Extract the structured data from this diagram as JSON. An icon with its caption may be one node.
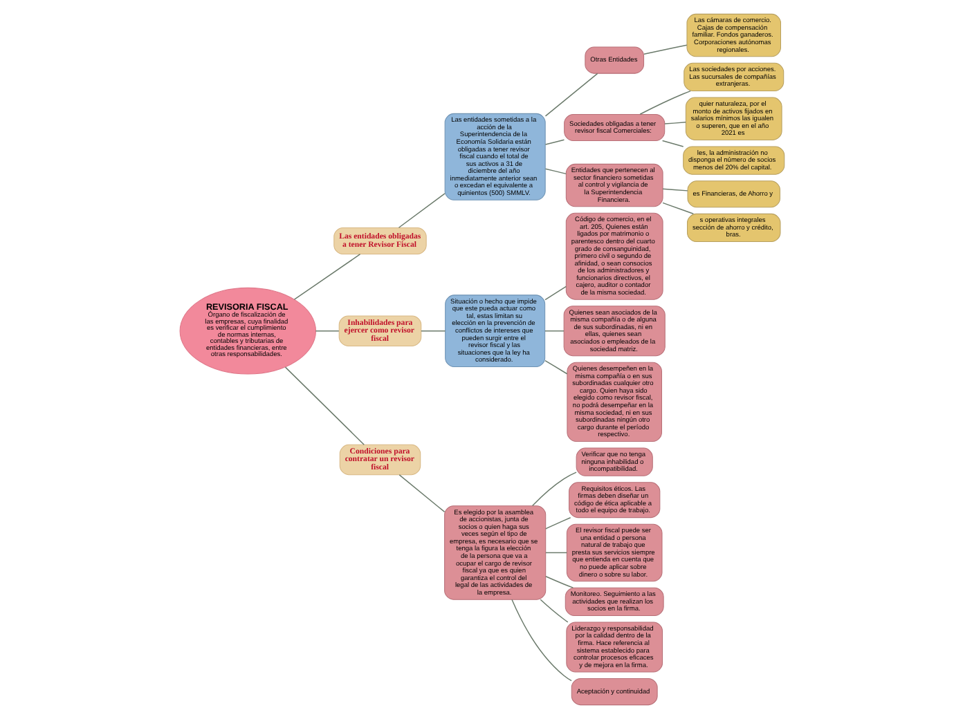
{
  "diagram": {
    "nodes": [
      {
        "text": [
          "REVISORIA FISCAL",
          "Órgano de fiscalización de las empresas, cuya finalidad es verificar el cumplimiento de normas internas, contables y tributarias de entidades financieras, entre otras responsabilidades."
        ]
      },
      {
        "text": [
          "Las entidades obligadas a tener Revisor Fiscal"
        ]
      },
      {
        "text": [
          "Inhabilidades para ejercer como revisor fiscal"
        ]
      },
      {
        "text": [
          "Condiciones para contratar un revisor fiscal"
        ]
      },
      {
        "text": [
          "Las entidades sometidas a la acción de la Superintendencia de la Economía Solidaria están obligadas a tener revisor fiscal cuando el total de sus activos a 31 de diciembre del año inmediatamente anterior sean o excedan el equivalente a quinientos (500) SMMLV."
        ]
      },
      {
        "text": [
          "Otras Entidades"
        ]
      },
      {
        "text": [
          "Las cámaras de comercio. Cajas de compensación familiar. Fondos ganaderos. Corporaciones autónomas regionales."
        ]
      },
      {
        "text": [
          "Sociedades obligadas a tener revisor fiscal Comerciales:"
        ]
      },
      {
        "text": [
          "Las sociedades por acciones. Las sucursales de compañías extranjeras."
        ]
      },
      {
        "text": [
          "quier naturaleza, por el monto de activos fijados en salarios mínimos las igualen o superen, que en el año 2021 es"
        ]
      },
      {
        "text": [
          "les, la administración no disponga el número de socios menos del 20% del capital."
        ]
      },
      {
        "text": [
          "Entidades que pertenecen al sector financiero sometidas al control y vigilancia de la Superintendencia Financiera."
        ]
      },
      {
        "text": [
          "es Financieras, de Ahorro y"
        ]
      },
      {
        "text": [
          "s operativas integrales sección de ahorro y crédito, bras."
        ]
      },
      {
        "text": [
          "Situación o hecho que impide que este pueda actuar como tal, estas limitan su elección en la prevención de conflictos de intereses que pueden surgir entre el revisor fiscal y las situaciones que la ley ha considerado."
        ]
      },
      {
        "text": [
          "Código de comercio, en el art. 205, Quienes están ligados por matrimonio o parentesco dentro del cuarto grado de consanguinidad, primero civil o segundo de afinidad, o sean consocios de los administradores y funcionarios directivos, el cajero, auditor o contador de la misma sociedad."
        ]
      },
      {
        "text": [
          "Quienes sean asociados de la misma compañía o de alguna de sus subordinadas, ni en ellas, quienes sean asociados o empleados de la sociedad matriz."
        ]
      },
      {
        "text": [
          "Quienes desempeñen en la misma compañía o en sus subordinadas cualquier otro cargo. Quien haya sido elegido como revisor fiscal, no podrá desempeñar en la misma sociedad, ni en sus subordinadas ningún otro cargo durante el período respectivo."
        ]
      },
      {
        "text": [
          "Es elegido por la asamblea de accionistas, junta de socios o quien haga sus veces según el tipo de empresa, es necesario que se tenga la figura la elección de la persona que va a ocupar el cargo de revisor fiscal ya que es quien garantiza el control del legal de las actividades de la empresa."
        ]
      },
      {
        "text": [
          "Verificar que no tenga ninguna inhabilidad o incompatibilidad."
        ]
      },
      {
        "text": [
          "Requisitos éticos. Las firmas deben diseñar un código de ética aplicable a todo el equipo de trabajo."
        ]
      },
      {
        "text": [
          "El revisor fiscal puede ser una entidad o persona natural de trabajo que presta sus servicios siempre que entienda en cuenta que no puede aplicar sobre dinero o sobre su labor."
        ]
      },
      {
        "text": [
          "Monitoreo. Seguimiento a las actividades que realizan los socios en la firma."
        ]
      },
      {
        "text": [
          "Liderazgo y responsabilidad por la calidad dentro de la firma. Hace referencia al sistema establecido para controlar procesos eficaces y de mejora en la firma."
        ]
      },
      {
        "text": [
          "Aceptación y continuidad"
        ]
      }
    ],
    "edges": [
      {
        "from": 0,
        "to": 1,
        "arrow": "none"
      },
      {
        "from": 0,
        "to": 2,
        "arrow": "none"
      },
      {
        "from": 0,
        "to": 3,
        "arrow": "none"
      },
      {
        "from": 1,
        "to": 4,
        "arrow": "none"
      },
      {
        "from": 4,
        "to": 5,
        "arrow": "none"
      },
      {
        "from": 4,
        "to": 7,
        "arrow": "none"
      },
      {
        "from": 4,
        "to": 11,
        "arrow": "none"
      },
      {
        "from": 5,
        "to": 6,
        "arrow": "none"
      },
      {
        "from": 7,
        "to": 8,
        "arrow": "none"
      },
      {
        "from": 7,
        "to": 9,
        "arrow": "none"
      },
      {
        "from": 7,
        "to": 10,
        "arrow": "none"
      },
      {
        "from": 11,
        "to": 12,
        "arrow": "none"
      },
      {
        "from": 11,
        "to": 13,
        "arrow": "none"
      },
      {
        "from": 2,
        "to": 14,
        "arrow": "none"
      },
      {
        "from": 14,
        "to": 15,
        "arrow": "none"
      },
      {
        "from": 14,
        "to": 16,
        "arrow": "none"
      },
      {
        "from": 14,
        "to": 17,
        "arrow": "none"
      },
      {
        "from": 3,
        "to": 18,
        "arrow": "none"
      },
      {
        "from": 18,
        "to": 19,
        "arrow": "none"
      },
      {
        "from": 18,
        "to": 20,
        "arrow": "none"
      },
      {
        "from": 18,
        "to": 21,
        "arrow": "none"
      },
      {
        "from": 18,
        "to": 22,
        "arrow": "none"
      },
      {
        "from": 18,
        "to": 23,
        "arrow": "none"
      },
      {
        "from": 18,
        "to": 24,
        "arrow": "none"
      }
    ]
  }
}
